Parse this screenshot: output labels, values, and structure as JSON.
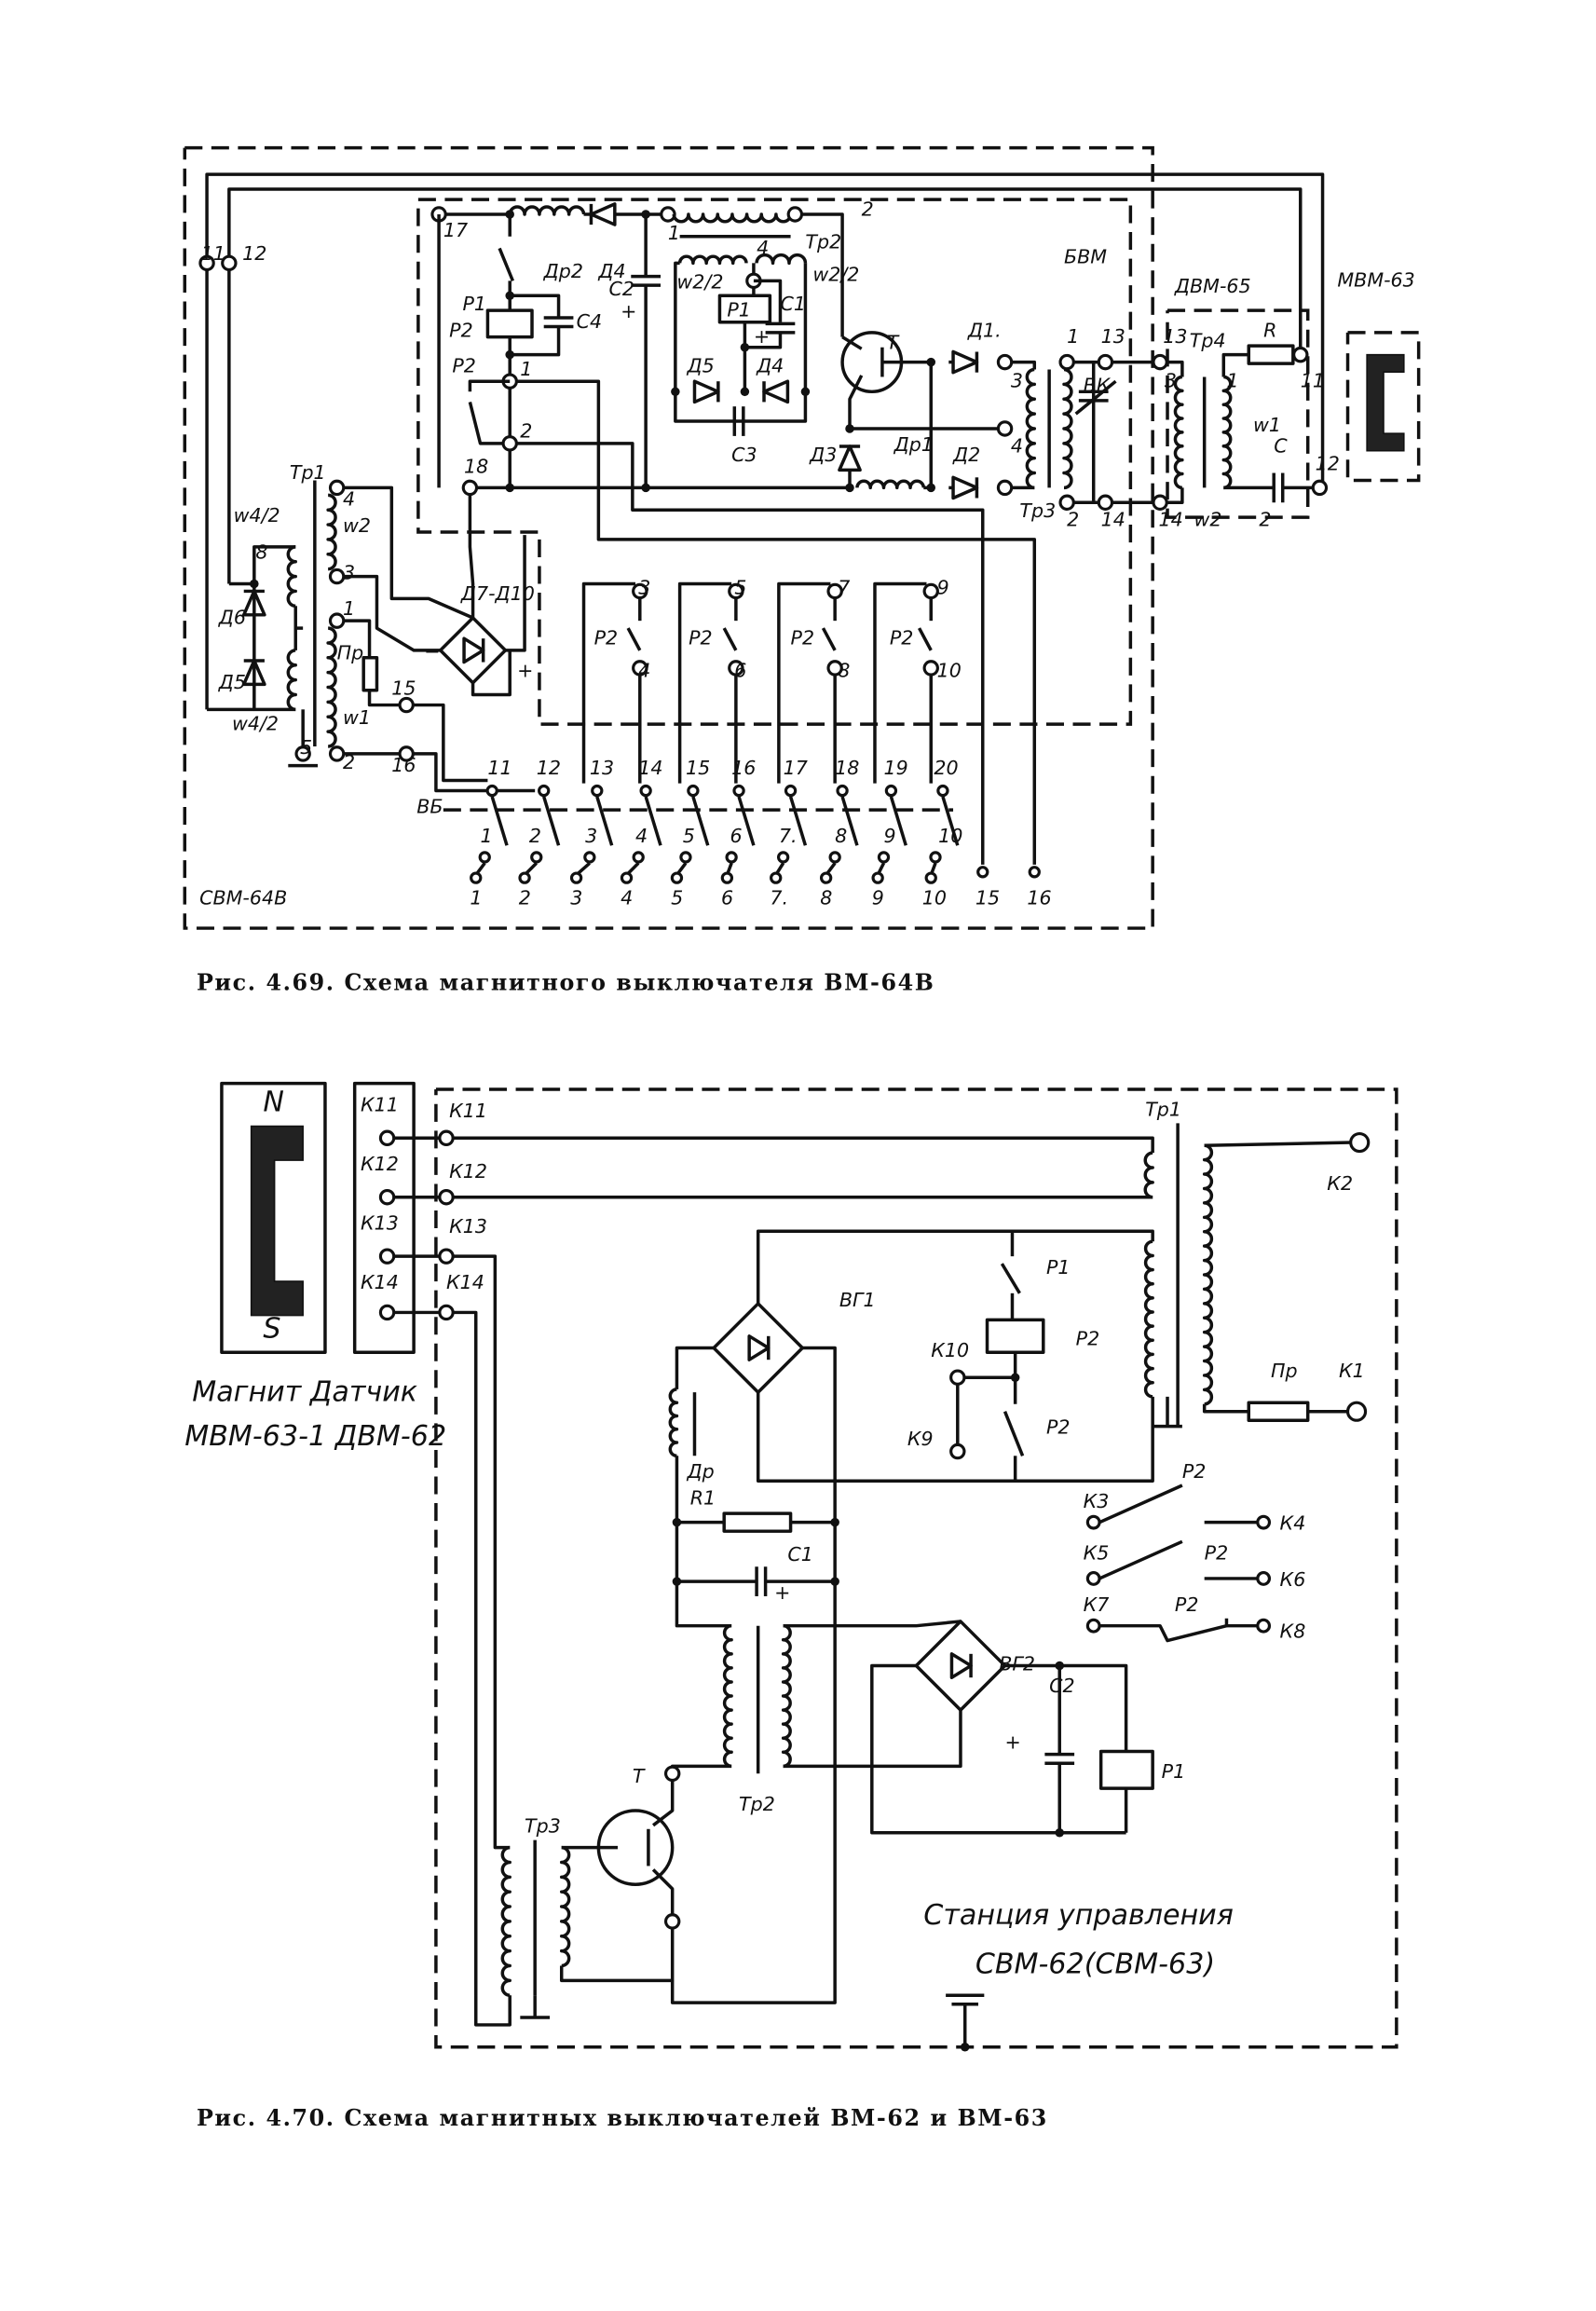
{
  "figure_1": {
    "caption": "Рис. 4.69. Схема магнитного выключателя ВМ-64В",
    "labels": [
      "БВМ",
      "ДВМ-65",
      "МВМ-63",
      "СВМ-64В",
      "11",
      "12",
      "17",
      "Р1",
      "Др2",
      "Д4",
      "1",
      "Тр2",
      "2",
      "С2",
      "+",
      "w2/2",
      "4",
      "Р1",
      "С1",
      "w2/2",
      "Т",
      "Д1.",
      "Р2",
      "С4",
      "Р2",
      "1",
      "2",
      "Д5",
      "Д4",
      "+",
      "С3",
      "Д3",
      "Др1",
      "Д2",
      "3",
      "4",
      "Тр3",
      "1",
      "2",
      "13",
      "14",
      "ВК",
      "13",
      "3",
      "Тр4",
      "R",
      "1",
      "w1",
      "11",
      "С",
      "12",
      "14",
      "w2",
      "2",
      "18",
      "Тр1",
      "4",
      "w4/2",
      "w2",
      "8",
      "3",
      "1",
      "Д6",
      "Д7-Д10",
      "Пр",
      "15",
      "−",
      "+",
      "Д5",
      "w1",
      "w4/2",
      "5",
      "2",
      "16",
      "Р2",
      "3",
      "4",
      "Р2",
      "5",
      "6",
      "Р2",
      "7",
      "8",
      "Р2",
      "9",
      "10",
      "11",
      "12",
      "13",
      "14",
      "15",
      "16",
      "17",
      "18",
      "19",
      "20",
      "ВБ",
      "1",
      "2",
      "3",
      "4",
      "5",
      "6",
      "7.",
      "8",
      "9",
      "10",
      "1",
      "2",
      "3",
      "4",
      "5",
      "6",
      "7.",
      "8",
      "9",
      "10",
      "15",
      "16"
    ]
  },
  "figure_2": {
    "caption": "Рис. 4.70. Схема магнитных выключателей ВМ-62 и ВМ-63",
    "labels": [
      "N",
      "S",
      "К11",
      "К12",
      "К13",
      "К14",
      "К11",
      "К12",
      "К13",
      "К14",
      "Магнит Датчик",
      "МВМ-63-1 ДВМ-62",
      "Тр1",
      "К2",
      "Р1",
      "ВГ1",
      "Р2",
      "К10",
      "Пр",
      "К1",
      "Р2",
      "К9",
      "Др",
      "R1",
      "Р2",
      "К3",
      "К4",
      "С1",
      "К5",
      "Р2",
      "К6",
      "+",
      "К7",
      "Р2",
      "К8",
      "ВГ2",
      "С2",
      "+",
      "Р1",
      "Т",
      "Тр2",
      "Тр3",
      "Станция управления",
      "СВМ-62(СВМ-63)"
    ]
  }
}
